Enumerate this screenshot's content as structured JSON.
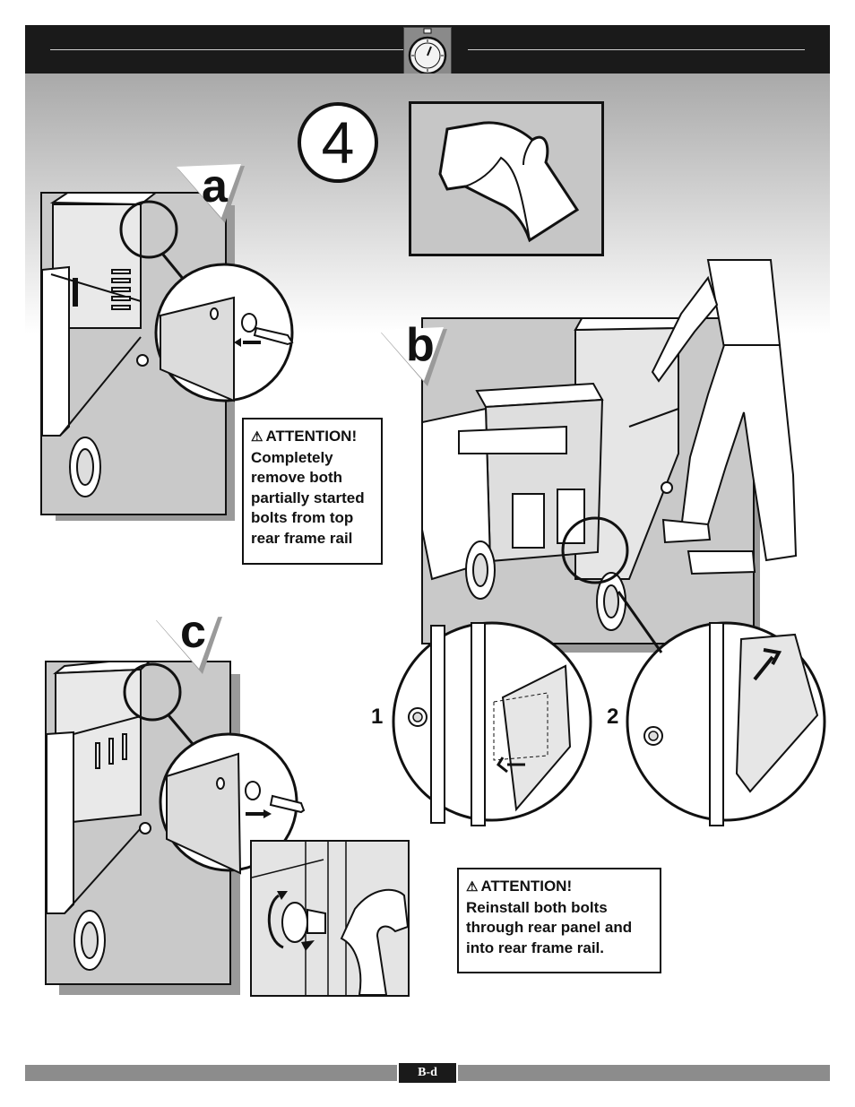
{
  "step_number": "4",
  "panels": {
    "a": {
      "label": "a"
    },
    "b": {
      "label": "b"
    },
    "c": {
      "label": "c"
    }
  },
  "callouts": {
    "one": "1",
    "two": "2"
  },
  "attention_a": {
    "heading": "ATTENTION!",
    "body": "Completely remove both partially started bolts from top rear frame rail"
  },
  "attention_c": {
    "heading": "ATTENTION!",
    "body": "Reinstall both bolts through rear panel and into rear frame rail."
  },
  "footer": {
    "page": "B-d"
  },
  "icons": {
    "header": "stopwatch-icon",
    "warning": "warning-triangle-icon",
    "part": "bracket-part-icon"
  },
  "colors": {
    "header": "#1a1a1a",
    "panel": "#c9c9c9",
    "footer": "#8c8c8c"
  }
}
